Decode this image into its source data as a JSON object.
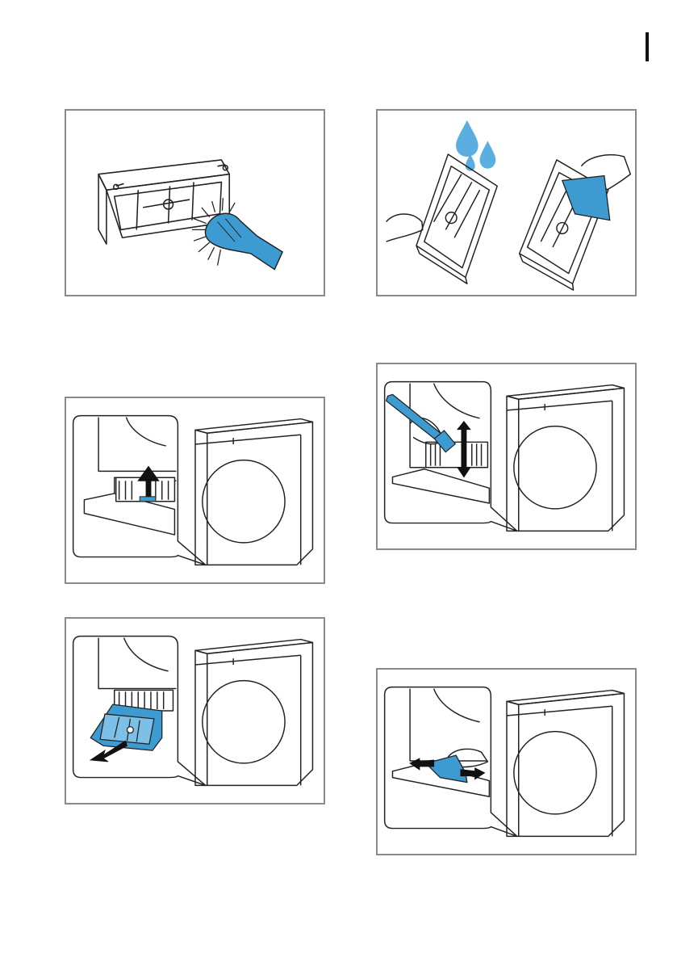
{
  "page": {
    "colors": {
      "frame_border": "#8a8a8a",
      "accent_blue": "#3d9bd1",
      "line": "#222222",
      "margin_mark": "#111111"
    },
    "figures": [
      {
        "id": "fig-clean-frame-brush",
        "icon": "brush-cleaning-filter-frame"
      },
      {
        "id": "fig-rinse-filter",
        "icon": "water-drops-and-cloth-on-filter"
      },
      {
        "id": "fig-lift-filter",
        "icon": "lift-filter-up-arrow"
      },
      {
        "id": "fig-brush-filter-slot",
        "icon": "brush-up-down-in-slot"
      },
      {
        "id": "fig-pull-filter-out",
        "icon": "pull-filter-out-arrow"
      },
      {
        "id": "fig-wipe-slot",
        "icon": "cloth-wipe-left-right"
      }
    ]
  }
}
